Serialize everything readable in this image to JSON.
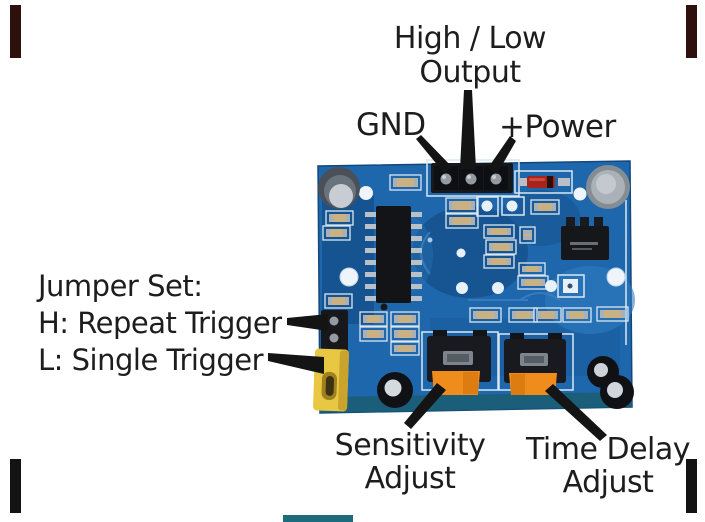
{
  "figure": {
    "type": "annotated-hardware-diagram",
    "subject": "PIR motion sensor module pinout diagram",
    "labels": {
      "output_line1": "High / Low",
      "output_line2": "Output",
      "gnd": "GND",
      "power": "+Power",
      "jumper_title": "Jumper Set:",
      "jumper_h": "H: Repeat Trigger",
      "jumper_l": "L: Single Trigger",
      "sensitivity_line1": "Sensitivity",
      "sensitivity_line2": "Adjust",
      "time_delay_line1": "Time Delay",
      "time_delay_line2": "Adjust"
    },
    "colors": {
      "background": "#ffffff",
      "text": "#1d1d1d",
      "arrow": "#141414",
      "board_blue": "#1e67ac",
      "board_dark": "#14508c",
      "board_edge_teal": "#195d74",
      "silkscreen": "#d9e7f1",
      "pot_orange": "#ef8c1b",
      "pot_orange_dark": "#d9790e",
      "jumper_yellow": "#e8c742",
      "smd_tan": "#c9b183",
      "diode_red": "#a8241b",
      "component_black": "#17181c",
      "pin_gray": "#949ba2",
      "frame_mark_top": "#2e100c",
      "frame_mark_bottom": "#131313",
      "frame_mark_teal": "#1e6b7b"
    }
  }
}
